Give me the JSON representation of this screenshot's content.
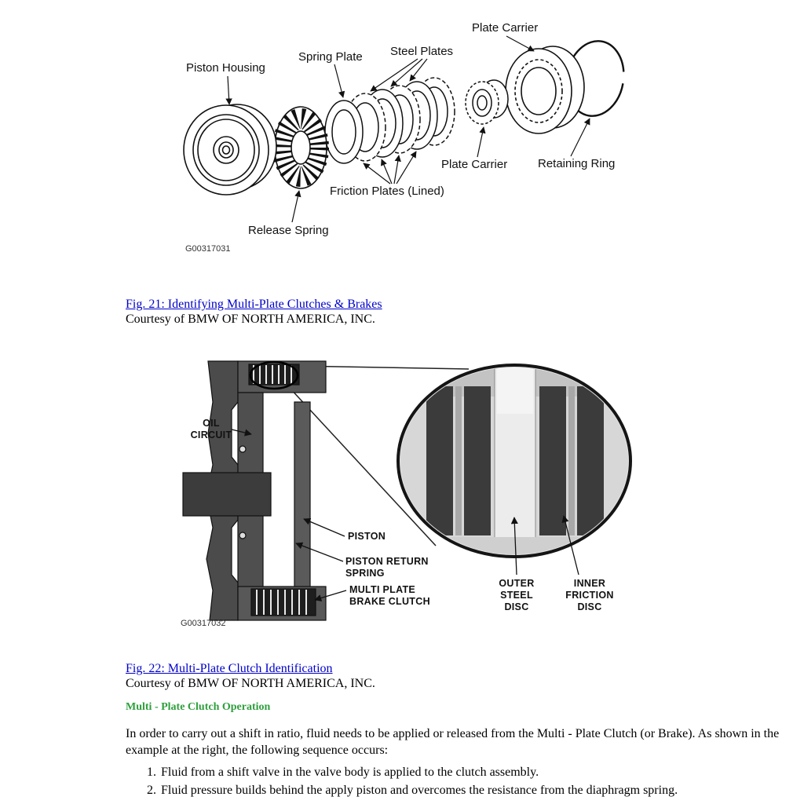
{
  "fig21": {
    "labels": {
      "plate_carrier_top": "Plate Carrier",
      "steel_plates": "Steel Plates",
      "spring_plate": "Spring Plate",
      "piston_housing": "Piston Housing",
      "plate_carrier_mid": "Plate Carrier",
      "retaining_ring": "Retaining Ring",
      "friction_plates": "Friction Plates (Lined)",
      "release_spring": "Release Spring",
      "image_id": "G00317031"
    },
    "caption_link": "Fig. 21: Identifying Multi-Plate Clutches & Brakes",
    "courtesy": "Courtesy of BMW OF NORTH AMERICA, INC."
  },
  "fig22": {
    "labels": {
      "oil_circuit": "OIL\nCIRCUIT",
      "piston": "PISTON",
      "piston_return_spring": "PISTON RETURN\nSPRING",
      "multi_plate_brake_clutch": "MULTI PLATE\nBRAKE CLUTCH",
      "outer_steel_disc": "OUTER\nSTEEL\nDISC",
      "inner_friction_disc": "INNER\nFRICTION\nDISC",
      "image_id": "G00317032"
    },
    "caption_link": "Fig. 22: Multi-Plate Clutch Identification",
    "courtesy": "Courtesy of BMW OF NORTH AMERICA, INC."
  },
  "section": {
    "heading": "Multi - Plate Clutch Operation",
    "paragraph": "In order to carry out a shift in ratio, fluid needs to be applied or released from the Multi - Plate Clutch (or Brake). As shown in the example at the right, the following sequence occurs:",
    "list_items": [
      "Fluid from a shift valve in the valve body is applied to the clutch assembly.",
      "Fluid pressure builds behind the apply piston and overcomes the resistance from the diaphragm spring."
    ]
  },
  "colors": {
    "link_blue": "#0000cc",
    "heading_green": "#2e9f3c"
  }
}
